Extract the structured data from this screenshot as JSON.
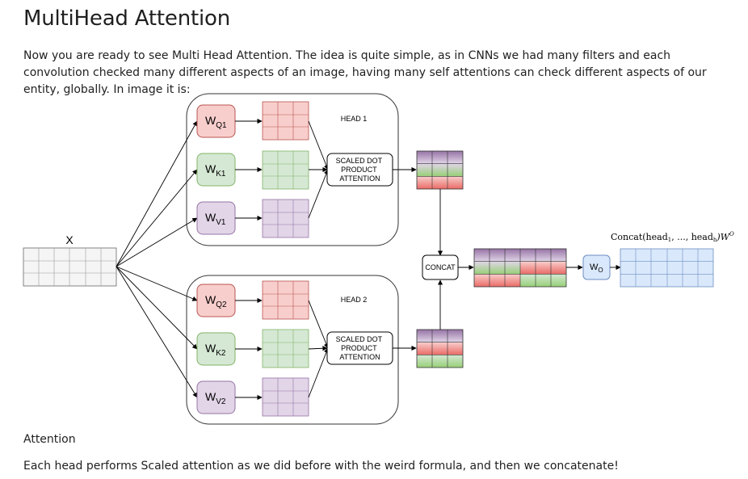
{
  "page": {
    "title": "MultiHead Attention",
    "intro": "Now you are ready to see Multi Head Attention. The idea is quite simple, as in CNNs we had many filters and each convolution checked many different aspects of an image, having many self attentions can check different aspects of our entity, globally. In image it is:",
    "caption": "Attention",
    "outro": "Each head performs Scaled attention as we did before with the weird formula, and then we concatenate!"
  },
  "diagram": {
    "input_label": "X",
    "heads": [
      {
        "label": "HEAD 1",
        "wq": {
          "main": "W",
          "sub": "Q1"
        },
        "wk": {
          "main": "W",
          "sub": "K1"
        },
        "wv": {
          "main": "W",
          "sub": "V1"
        },
        "sdpa": [
          "SCALED DOT",
          "PRODUCT",
          "ATTENTION"
        ]
      },
      {
        "label": "HEAD 2",
        "wq": {
          "main": "W",
          "sub": "Q2"
        },
        "wk": {
          "main": "W",
          "sub": "K2"
        },
        "wv": {
          "main": "W",
          "sub": "V2"
        },
        "sdpa": [
          "SCALED DOT",
          "PRODUCT",
          "ATTENTION"
        ]
      }
    ],
    "concat_label": "CONCAT",
    "wo": {
      "main": "W",
      "sub": "O"
    },
    "formula": {
      "pre": "Concat(head",
      "s1": "1",
      "mid": ", ..., head",
      "s2": "h",
      "post": ")W",
      "sup": "O"
    }
  },
  "colors": {
    "q_fill": "#f8cecc",
    "q_stroke": "#b85450",
    "k_fill": "#d5e8d4",
    "k_stroke": "#82b366",
    "v_fill": "#e1d5e7",
    "v_stroke": "#9673a6",
    "wo_fill": "#dae8fc",
    "wo_stroke": "#6c8ebf",
    "x_fill": "#f5f5f5",
    "x_stroke": "#666666"
  }
}
